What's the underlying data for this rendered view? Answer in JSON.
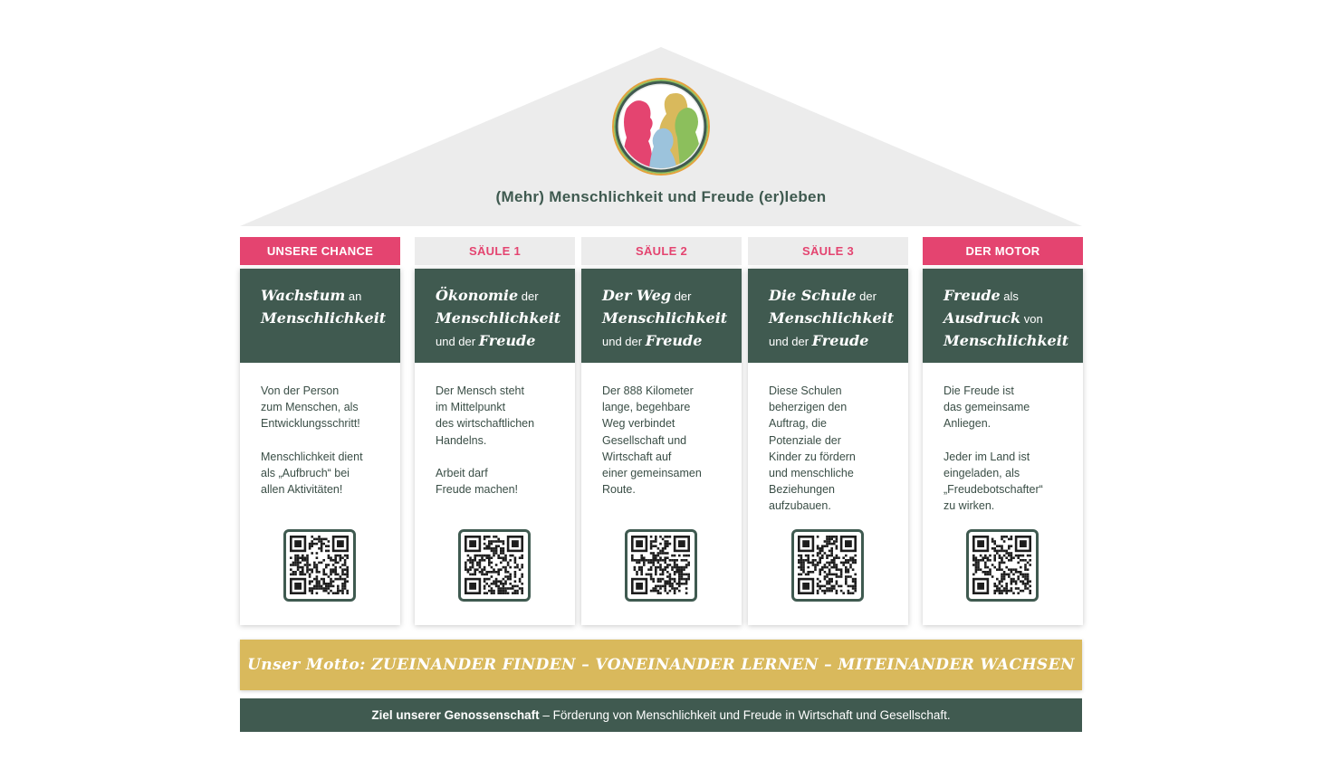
{
  "roof": {
    "title": "(Mehr) Menschlichkeit und Freude (er)leben",
    "colors": {
      "roof": "#ececec",
      "pink": "#e44470",
      "gold": "#d9b95c",
      "green": "#8cbf5c",
      "blue": "#9cc3dc",
      "dark": "#405a50"
    }
  },
  "columns": [
    {
      "label": "UNSERE CHANCE",
      "heading": [
        [
          {
            "t": "Wachstum",
            "s": true
          },
          {
            "t": " an",
            "s": false
          }
        ],
        [
          {
            "t": "Menschlichkeit",
            "s": true
          }
        ]
      ],
      "paragraphs": [
        [
          "Von der Person",
          "zum Menschen, als",
          "Entwicklungsschritt!"
        ],
        [
          "Menschlichkeit dient",
          "als „Aufbruch“ bei",
          "allen Aktivitäten!"
        ]
      ]
    },
    {
      "label": "SÄULE 1",
      "heading": [
        [
          {
            "t": "Ökonomie",
            "s": true
          },
          {
            "t": " der",
            "s": false
          }
        ],
        [
          {
            "t": "Menschlichkeit",
            "s": true
          }
        ],
        [
          {
            "t": "und der ",
            "s": false
          },
          {
            "t": "Freude",
            "s": true
          }
        ]
      ],
      "paragraphs": [
        [
          "Der Mensch steht",
          "im Mittelpunkt",
          "des wirtschaftlichen",
          "Handelns."
        ],
        [
          "Arbeit darf",
          "Freude machen!"
        ]
      ]
    },
    {
      "label": "SÄULE 2",
      "heading": [
        [
          {
            "t": "Der Weg",
            "s": true
          },
          {
            "t": " der",
            "s": false
          }
        ],
        [
          {
            "t": "Menschlichkeit",
            "s": true
          }
        ],
        [
          {
            "t": "und der ",
            "s": false
          },
          {
            "t": "Freude",
            "s": true
          }
        ]
      ],
      "paragraphs": [
        [
          "Der 888 Kilometer",
          "lange, begehbare",
          "Weg verbindet",
          "Gesellschaft und",
          "Wirtschaft auf",
          "einer gemeinsamen",
          "Route."
        ]
      ]
    },
    {
      "label": "SÄULE 3",
      "heading": [
        [
          {
            "t": "Die Schule",
            "s": true
          },
          {
            "t": " der",
            "s": false
          }
        ],
        [
          {
            "t": "Menschlichkeit",
            "s": true
          }
        ],
        [
          {
            "t": "und der ",
            "s": false
          },
          {
            "t": "Freude",
            "s": true
          }
        ]
      ],
      "paragraphs": [
        [
          "Diese Schulen",
          "beherzigen den",
          "Auftrag, die",
          "Potenziale der",
          "Kinder zu fördern",
          "und menschliche",
          "Beziehungen",
          "aufzubauen."
        ]
      ]
    },
    {
      "label": "DER MOTOR",
      "heading": [
        [
          {
            "t": "Freude",
            "s": true
          },
          {
            "t": " als",
            "s": false
          }
        ],
        [
          {
            "t": "Ausdruck",
            "s": true
          },
          {
            "t": " von",
            "s": false
          }
        ],
        [
          {
            "t": "Menschlichkeit",
            "s": true
          }
        ]
      ],
      "paragraphs": [
        [
          "Die Freude ist",
          "das gemeinsame",
          "Anliegen."
        ],
        [
          "Jeder im Land ist",
          "eingeladen, als",
          "„Freudebotschafter“",
          "zu wirken."
        ]
      ]
    }
  ],
  "motto": "Unser Motto: ZUEINANDER FINDEN – VONEINANDER LERNEN – MITEINANDER WACHSEN",
  "goal": {
    "bold": "Ziel unserer Genossenschaft",
    "rest": " – Förderung von Menschlichkeit und Freude in Wirtschaft und Gesellschaft."
  }
}
